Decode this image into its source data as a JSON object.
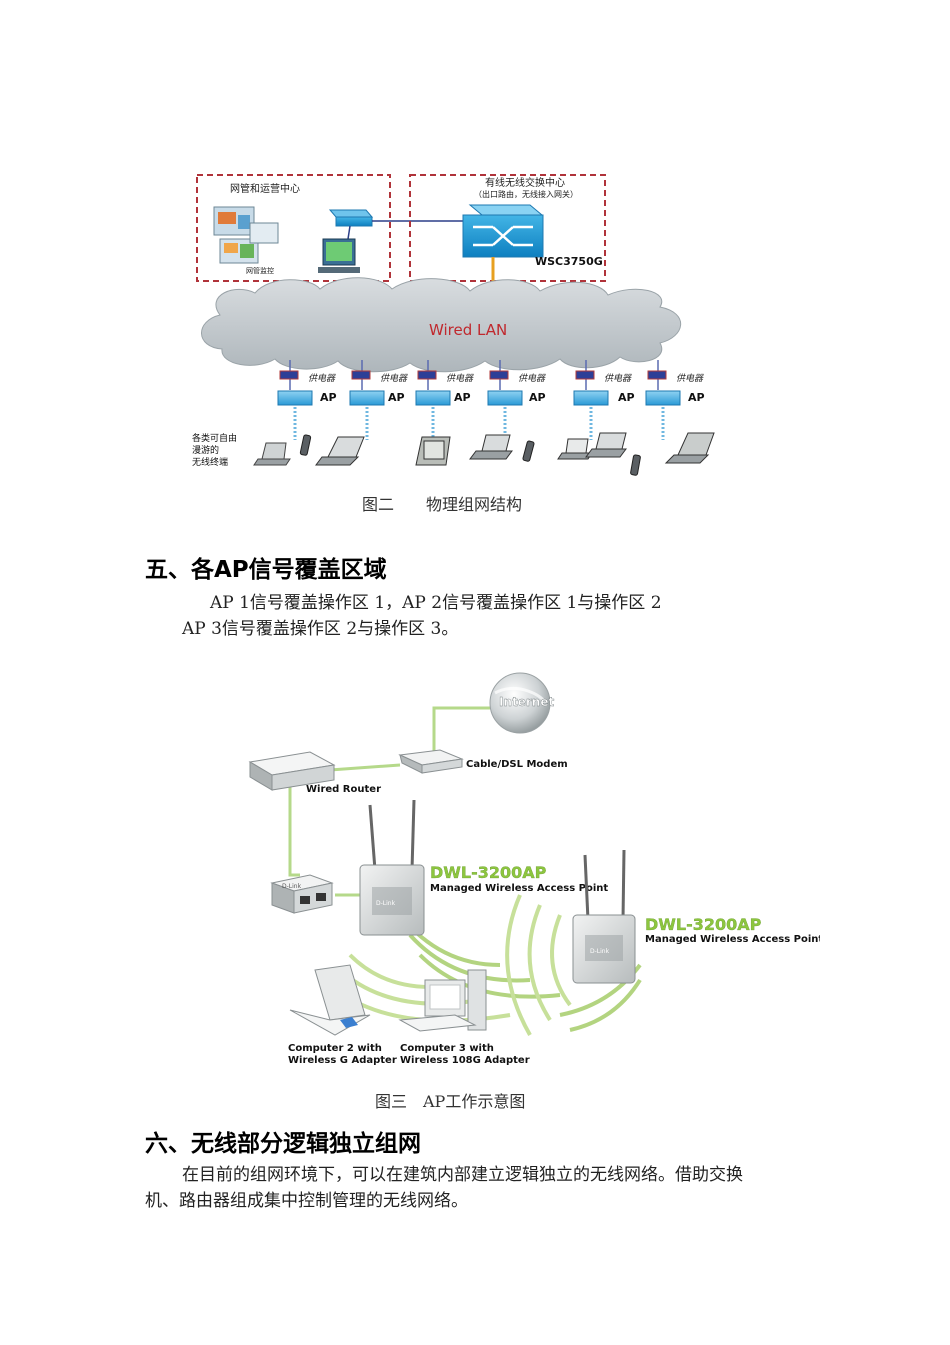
{
  "figure2": {
    "noc_label": "网管和运营中心",
    "noc_sub_label": "网管监控",
    "switch_center_label": "有线无线交换中心",
    "switch_center_sub_label": "（出口路由，无线接入网关）",
    "switch_model": "WSC3750G",
    "cloud_label": "Wired LAN",
    "poe_label": "供电器",
    "ap_label": "AP",
    "terminals_label_1": "各类可自由",
    "terminals_label_2": "漫游的",
    "terminals_label_3": "无线终端",
    "caption": "图二　　物理组网结构"
  },
  "section5": {
    "heading": "五、各AP信号覆盖区域",
    "line1": "AP 1信号覆盖操作区 1，AP 2信号覆盖操作区 1与操作区 2",
    "line2": "AP 3信号覆盖操作区 2与操作区 3。"
  },
  "figure3": {
    "internet_label": "Internet",
    "modem_label": "Cable/DSL Modem",
    "router_label": "Wired Router",
    "ap1_model": "DWL-3200AP",
    "ap1_desc": "Managed Wireless Access Point",
    "ap2_model": "DWL-3200AP",
    "ap2_desc": "Managed Wireless Access Point",
    "device_brand": "D-Link",
    "computer2_line1": "Computer 2 with",
    "computer2_line2": "Wireless G Adapter",
    "computer3_line1": "Computer 3 with",
    "computer3_line2": "Wireless 108G Adapter",
    "caption": "图三　AP工作示意图",
    "colors": {
      "model_green": "#8dc63f",
      "link_green": "#b5d98a"
    }
  },
  "section6": {
    "heading": "六、无线部分逻辑独立组网",
    "line1": "在目前的组网环境下，可以在建筑内部建立逻辑独立的无线网络。借助交换",
    "line2": "机、路由器组成集中控制管理的无线网络。"
  }
}
